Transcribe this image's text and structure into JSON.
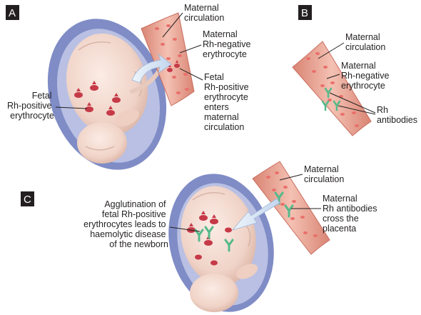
{
  "panels": {
    "a": {
      "letter": "A",
      "maternal_circulation": [
        "Maternal",
        "circulation"
      ],
      "maternal_rh_negative": [
        "Maternal",
        "Rh-negative",
        "erythrocyte"
      ],
      "fetal_rh_positive": [
        "Fetal",
        "Rh-positive",
        "erythrocyte"
      ],
      "fetal_cell_enters": [
        "Fetal",
        "Rh-positive",
        "erythrocyte",
        "enters",
        "maternal",
        "circulation"
      ]
    },
    "b": {
      "letter": "B",
      "maternal_circulation": [
        "Maternal",
        "circulation"
      ],
      "maternal_rh_negative": [
        "Maternal",
        "Rh-negative",
        "erythrocyte"
      ],
      "rh_antibodies": [
        "Rh",
        "antibodies"
      ]
    },
    "c": {
      "letter": "C",
      "maternal_circulation": [
        "Maternal",
        "circulation"
      ],
      "maternal_antibodies_cross": [
        "Maternal",
        "Rh antibodies",
        "cross the",
        "placenta"
      ],
      "agglutination": [
        "Agglutination of",
        "fetal Rh-positive",
        "erythrocytes leads to",
        "haemolytic disease",
        "of the newborn"
      ]
    }
  },
  "colors": {
    "panel_letter_bg": "#231f20",
    "uterus": "#7f8cc6",
    "uterus_inner": "#b9c0e3",
    "skin": "#f2d9cf",
    "skin_shadow": "#d7b4a6",
    "vessel": "#eaa08f",
    "vessel_wall": "#c96e5f",
    "maternal_cell": "#e96f6a",
    "fetal_cell": "#c63a48",
    "antibody": "#55b98a",
    "arrow": "#cfe0f3"
  }
}
